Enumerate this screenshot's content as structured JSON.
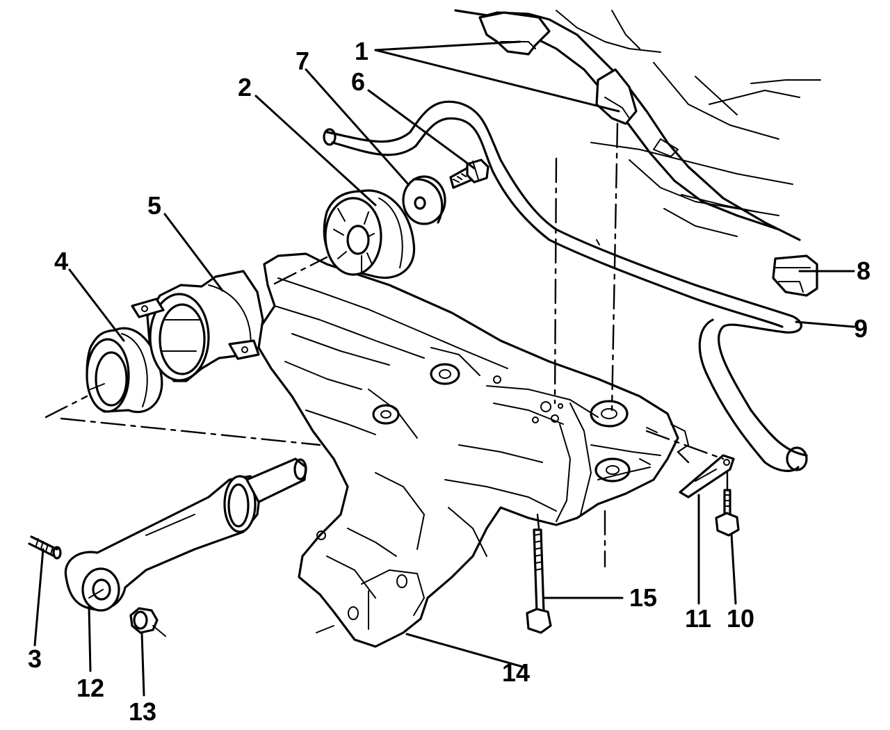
{
  "callouts": [
    {
      "id": "1",
      "label": "1"
    },
    {
      "id": "2",
      "label": "2"
    },
    {
      "id": "3",
      "label": "3"
    },
    {
      "id": "4",
      "label": "4"
    },
    {
      "id": "5",
      "label": "5"
    },
    {
      "id": "6",
      "label": "6"
    },
    {
      "id": "7",
      "label": "7"
    },
    {
      "id": "8",
      "label": "8"
    },
    {
      "id": "9",
      "label": "9"
    },
    {
      "id": "10",
      "label": "10"
    },
    {
      "id": "11",
      "label": "11"
    },
    {
      "id": "12",
      "label": "12"
    },
    {
      "id": "13",
      "label": "13"
    },
    {
      "id": "14",
      "label": "14"
    },
    {
      "id": "15",
      "label": "15"
    }
  ],
  "colors": {
    "ink": "#000000",
    "paper": "#ffffff"
  }
}
